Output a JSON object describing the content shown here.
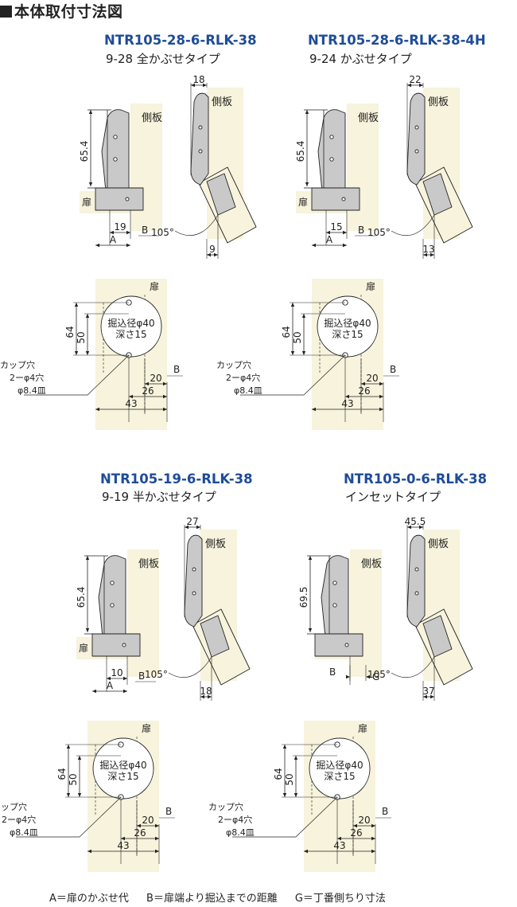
{
  "header": {
    "title": "本体取付寸法図"
  },
  "footer": {
    "a": "A＝扉のかぶせ代",
    "b": "B＝扉端より掘込までの距離",
    "g": "G＝丁番側ちり寸法"
  },
  "colors": {
    "panel": "#f7f3dc",
    "model": "#1e4c9a",
    "hinge": "#c9c9c9",
    "line": "#222222"
  },
  "labels": {
    "side_panel": "側板",
    "door": "扉",
    "a": "A",
    "b": "B",
    "g": "G",
    "angle": "105°",
    "bore": "掘込径φ40",
    "depth": "深さ15",
    "cup1": "カップ穴",
    "cup2": "2ーφ4穴",
    "cup3": "φ8.4皿",
    "d64": "64",
    "d50": "50",
    "d20": "20",
    "d26": "26",
    "d43": "43"
  },
  "hinges": [
    {
      "model": "NTR105-28-6-RLK-38",
      "subtitle": "9-28 全かぶせタイプ",
      "height": "65.4",
      "offset": "19",
      "top": "18",
      "bottom": "9"
    },
    {
      "model": "NTR105-28-6-RLK-38-4H",
      "subtitle": "9-24 かぶせタイプ",
      "height": "65.4",
      "offset": "15",
      "top": "22",
      "bottom": "13"
    },
    {
      "model": "NTR105-19-6-RLK-38",
      "subtitle": "9-19 半かぶせタイプ",
      "height": "65.4",
      "offset": "10",
      "top": "27",
      "bottom": "18"
    },
    {
      "model": "NTR105-0-6-RLK-38",
      "subtitle": "インセットタイプ",
      "height": "69.5",
      "offset": "",
      "top": "45.5",
      "bottom": "37"
    }
  ]
}
